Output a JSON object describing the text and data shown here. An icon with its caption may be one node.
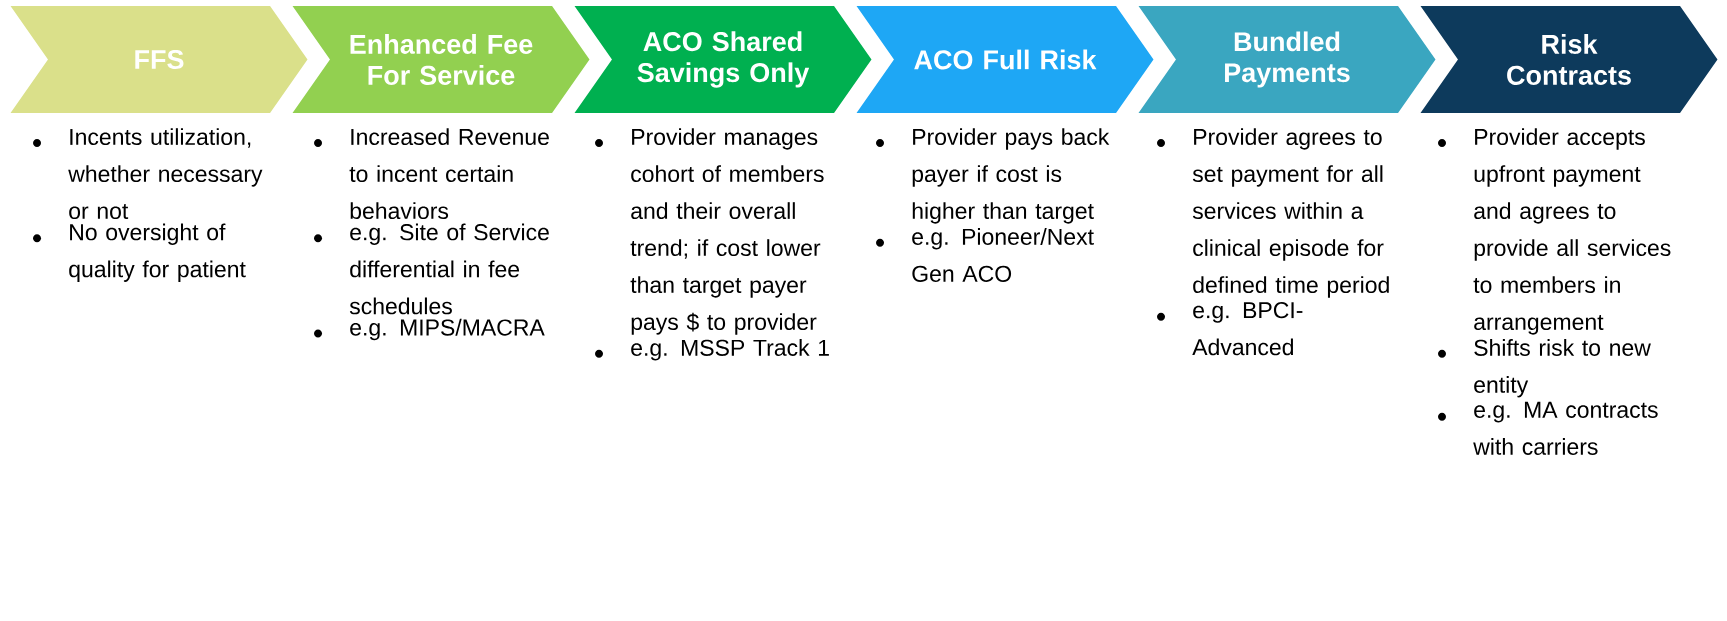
{
  "diagram": {
    "nodes": [
      {
        "text": [
          "FFS"
        ],
        "beside": [
          "Incents utilization, whether necessary or not",
          "No oversight of quality for patient"
        ]
      },
      {
        "text": [
          "Enhanced Fee For Service"
        ],
        "beside": [
          "Increased Revenue to incent certain behaviors",
          "e.g. Site of Service differential in fee schedules",
          "e.g. MIPS/MACRA"
        ]
      },
      {
        "text": [
          "ACO Shared Savings Only"
        ],
        "beside": [
          "Provider manages cohort of members and their overall trend; if cost lower than target payer pays $ to provider",
          "e.g. MSSP Track 1"
        ]
      },
      {
        "text": [
          "ACO Full Risk"
        ],
        "beside": [
          "Provider pays back payer if cost is higher than target",
          "e.g. Pioneer/Next Gen ACO"
        ]
      },
      {
        "text": [
          "Bundled Payments"
        ],
        "beside": [
          "Provider agrees to set payment for all services within a clinical episode for defined time period",
          "e.g. BPCI-Advanced"
        ]
      },
      {
        "text": [
          "Risk Contracts"
        ],
        "beside": [
          "Provider accepts upfront payment and agrees to provide all services to members in arrangement",
          "Shifts risk to new entity",
          "e.g. MA contracts with carriers"
        ]
      }
    ]
  }
}
